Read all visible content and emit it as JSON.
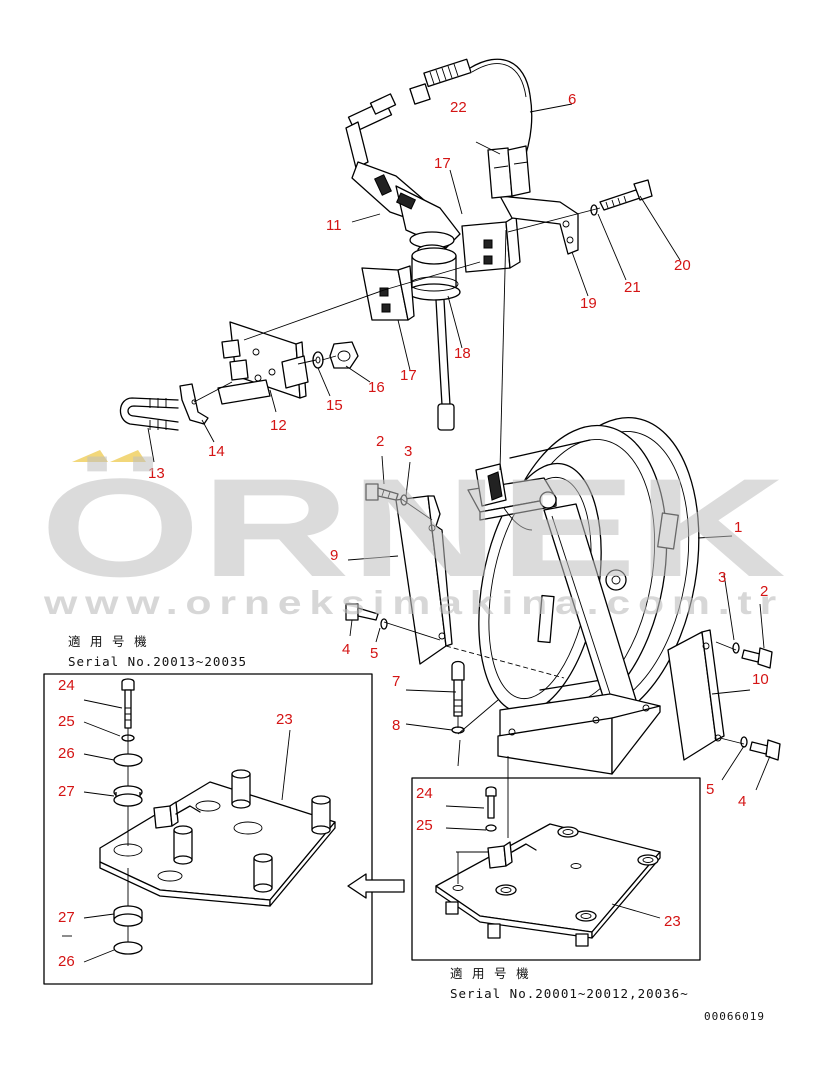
{
  "callouts": {
    "c1": "1",
    "c2a": "2",
    "c2b": "2",
    "c3a": "3",
    "c3b": "3",
    "c4a": "4",
    "c4b": "4",
    "c5a": "5",
    "c5b": "5",
    "c6": "6",
    "c7": "7",
    "c8": "8",
    "c9": "9",
    "c10": "10",
    "c11": "11",
    "c12": "12",
    "c13": "13",
    "c14": "14",
    "c15": "15",
    "c16": "16",
    "c17a": "17",
    "c17b": "17",
    "c18": "18",
    "c19": "19",
    "c20": "20",
    "c21": "21",
    "c22": "22",
    "c23a": "23",
    "c24a": "24",
    "c25a": "25",
    "c26a": "26",
    "c27a": "27",
    "c27b": "27",
    "c26b": "26",
    "c23b": "23",
    "c24b": "24",
    "c25b": "25"
  },
  "left_box": {
    "applicable_label": "適 用 号 機",
    "serial": "Serial No.20013~20035"
  },
  "right_box": {
    "applicable_label": "適 用 号 機",
    "serial": "Serial No.20001~20012,20036~"
  },
  "drawing_number": "00066019",
  "watermark": {
    "brand": "ÖRNEK",
    "url": "www.orneksimakina.com.tr"
  }
}
